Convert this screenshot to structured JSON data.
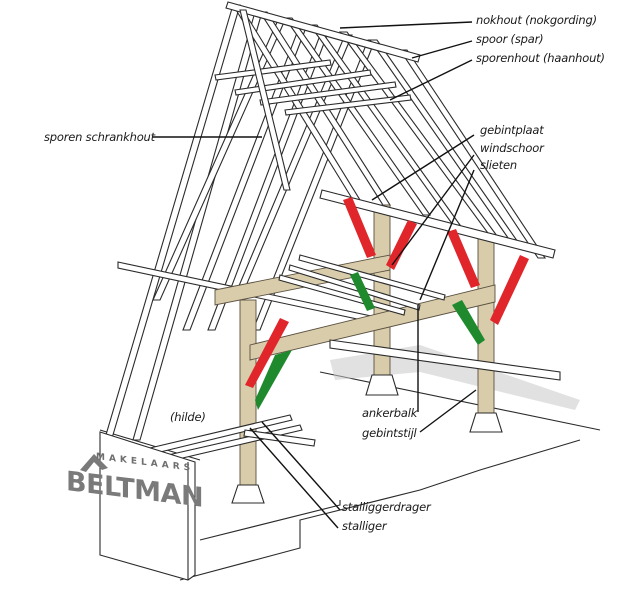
{
  "diagram": {
    "subject": "timber frame barn (gebint) construction",
    "colors": {
      "wood": "#d8ccab",
      "red_brace": "#e0262b",
      "green_brace": "#1f8a2d",
      "line": "#2b2b2b",
      "logo_gray": "#7a7a7a"
    },
    "labels": {
      "nokhout": "nokhout (nokgording)",
      "spoor": "spoor (spar)",
      "sporenhout": "sporenhout (haanhout)",
      "sporen_schrankhout": "sporen schrankhout",
      "gebintplaat": "gebintplaat",
      "windschoor": "windschoor",
      "slieten": "slieten",
      "ankerbalk": "ankerbalk",
      "gebintstijl": "gebintstijl",
      "hilde": "(hilde)",
      "stalliggerdrager": "stalliggerdrager",
      "stalliger": "stalliger"
    },
    "logo": {
      "top_text": "MAKELAARS",
      "main_text": "BELTMAN",
      "icon": "house-roof-icon"
    }
  }
}
